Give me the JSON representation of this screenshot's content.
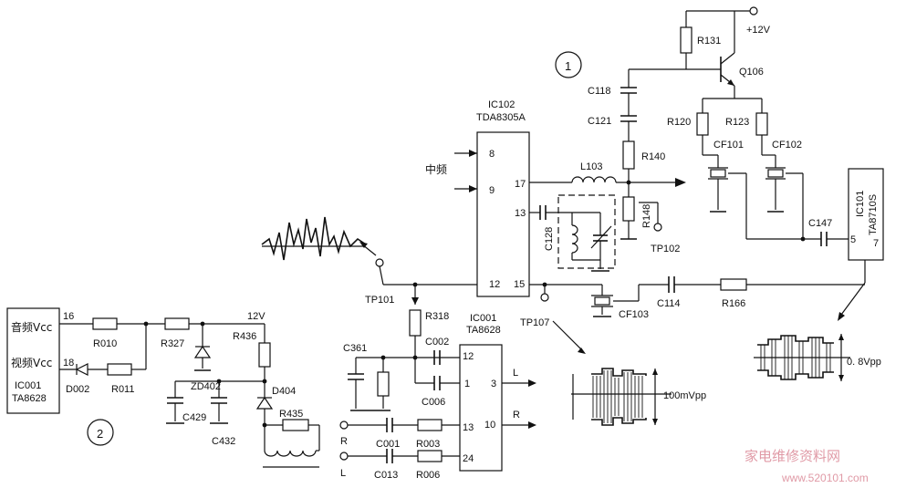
{
  "section_markers": {
    "one": "1",
    "two": "2"
  },
  "supply": {
    "v12_top": "+12V",
    "v12_left": "12V"
  },
  "transistor": {
    "q106": "Q106"
  },
  "ic102": {
    "name": "IC102",
    "part": "TDA8305A",
    "pins": [
      "8",
      "9",
      "17",
      "13",
      "12",
      "15"
    ]
  },
  "ic101": {
    "name": "IC101",
    "part": "TA8710S",
    "pins": [
      "5",
      "7"
    ]
  },
  "ic001_right": {
    "name": "IC001",
    "part": "TA8628",
    "pins": [
      "12",
      "1",
      "3",
      "10",
      "13",
      "24"
    ]
  },
  "ic001_left": {
    "audio_vcc": "音频Vcc",
    "video_vcc": "视频Vcc",
    "name": "IC001",
    "part": "TA8628",
    "pin_audio": "16",
    "pin_video": "18"
  },
  "input_label": "中频",
  "components": {
    "r131": "R131",
    "c118": "C118",
    "c121": "C121",
    "r120": "R120",
    "r123": "R123",
    "cf101": "CF101",
    "cf102": "CF102",
    "r140": "R140",
    "l103": "L103",
    "r148": "R148",
    "c128": "C128",
    "c147": "C147",
    "tp101": "TP101",
    "tp102": "TP102",
    "tp107": "TP107",
    "r318": "R318",
    "c361": "C361",
    "c002": "C002",
    "c006": "C006",
    "cf103": "CF103",
    "c114": "C114",
    "r166": "R166",
    "r010": "R010",
    "r327": "R327",
    "r436": "R436",
    "zd402": "ZD402",
    "d002": "D002",
    "r011": "R011",
    "d404": "D404",
    "c429": "C429",
    "c432": "C432",
    "r435": "R435",
    "c001": "C001",
    "r003": "R003",
    "c013": "C013",
    "r006": "R006"
  },
  "io_labels": {
    "r_in": "R",
    "l_in": "L",
    "l_out": "L",
    "r_out": "R"
  },
  "waveforms": {
    "tp107_amplitude": "100mVpp",
    "ic101_amplitude": "0. 8Vpp"
  },
  "watermark": {
    "text": "家电维修资料网",
    "url": "www.520101.com"
  }
}
